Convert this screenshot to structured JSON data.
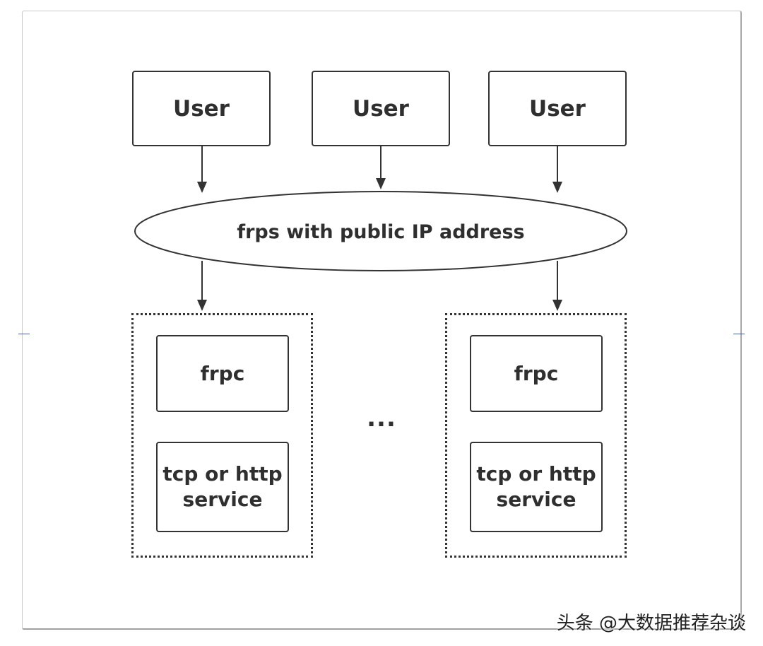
{
  "users": [
    {
      "label": "User"
    },
    {
      "label": "User"
    },
    {
      "label": "User"
    }
  ],
  "server": {
    "label": "frps with public IP address"
  },
  "groups": [
    {
      "client_label": "frpc",
      "service_label_line1": "tcp or http",
      "service_label_line2": "service"
    },
    {
      "client_label": "frpc",
      "service_label_line1": "tcp or http",
      "service_label_line2": "service"
    }
  ],
  "ellipsis": "...",
  "watermark": "头条 @大数据推荐杂谈"
}
